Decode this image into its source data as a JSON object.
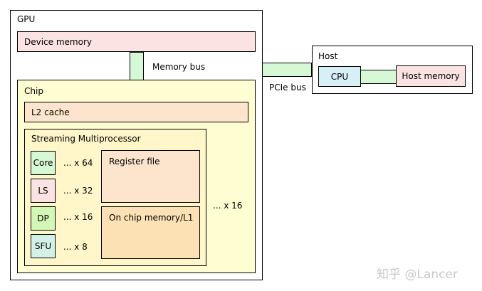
{
  "gpu": {
    "label": "GPU",
    "device_memory": "Device memory",
    "memory_bus": "Memory bus",
    "chip": {
      "label": "Chip",
      "l2_cache": "L2 cache",
      "sm_multiplier": "... x 16",
      "sm": {
        "label": "Streaming Multiprocessor",
        "units": [
          {
            "label": "Core",
            "count": "... x 64"
          },
          {
            "label": "LS",
            "count": "... x 32"
          },
          {
            "label": "DP",
            "count": "... x 16"
          },
          {
            "label": "SFU",
            "count": "... x 8"
          }
        ],
        "register_file": "Register file",
        "on_chip_memory": "On chip memory/L1"
      }
    }
  },
  "pcie_bus": "PCIe bus",
  "host": {
    "label": "Host",
    "cpu": "CPU",
    "host_memory": "Host memory"
  },
  "watermark": "知乎 @Lancer",
  "colors": {
    "memory": "#fbe3e3",
    "bus": "#d6f8d4",
    "chip": "#fffdd2",
    "cache": "#fde4cc",
    "sm": "#fff6c9",
    "cpu": "#d7f0f8"
  }
}
